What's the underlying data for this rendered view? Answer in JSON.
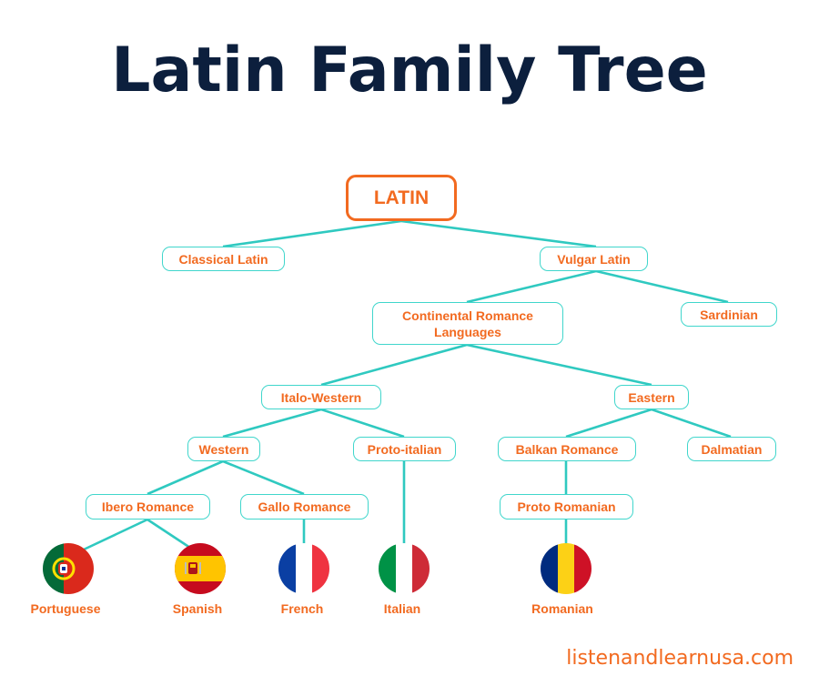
{
  "title": "Latin Family Tree",
  "footer": "listenandlearnusa.com",
  "colors": {
    "title": "#0c1f3d",
    "node_text": "#f26a20",
    "node_border": "#40d6cc",
    "line": "#2fc9c0",
    "root_border": "#f26a20"
  },
  "nodes": {
    "latin": "LATIN",
    "classical_latin": "Classical Latin",
    "vulgar_latin": "Vulgar Latin",
    "continental_romance": "Continental Romance Languages",
    "sardinian": "Sardinian",
    "italo_western": "Italo-Western",
    "eastern": "Eastern",
    "western": "Western",
    "proto_italian": "Proto-italian",
    "balkan_romance": "Balkan Romance",
    "dalmatian": "Dalmatian",
    "ibero_romance": "Ibero Romance",
    "gallo_romance": "Gallo Romance",
    "proto_romanian": "Proto Romanian"
  },
  "languages": {
    "portuguese": {
      "label": "Portuguese",
      "flag": "portugal-flag-icon"
    },
    "spanish": {
      "label": "Spanish",
      "flag": "spain-flag-icon"
    },
    "french": {
      "label": "French",
      "flag": "france-flag-icon"
    },
    "italian": {
      "label": "Italian",
      "flag": "italy-flag-icon"
    },
    "romanian": {
      "label": "Romanian",
      "flag": "romania-flag-icon"
    }
  }
}
